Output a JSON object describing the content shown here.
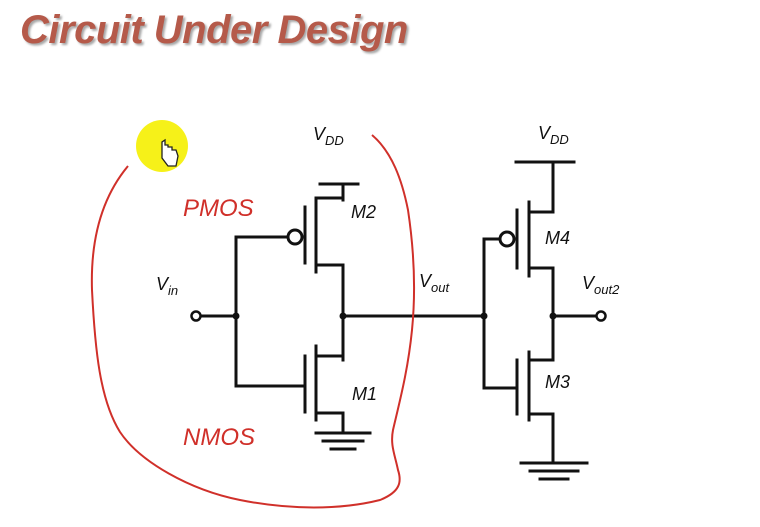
{
  "title": "Circuit Under Design",
  "labels": {
    "vdd_main": "V",
    "vdd_main_sub": "DD",
    "vdd_right": "V",
    "vdd_right_sub": "DD",
    "vin": "V",
    "vin_sub": "in",
    "vout": "V",
    "vout_sub": "out",
    "vout2": "V",
    "vout2_sub": "out2",
    "m1": "M1",
    "m2": "M2",
    "m3": "M3",
    "m4": "M4",
    "pmos": "PMOS",
    "nmos": "NMOS"
  },
  "colors": {
    "title": "#b55a4a",
    "annotation": "#d0302a",
    "cursor_highlight": "#f5f000",
    "wire": "#111111"
  },
  "icons": {
    "cursor": "hand-pointer-icon"
  }
}
